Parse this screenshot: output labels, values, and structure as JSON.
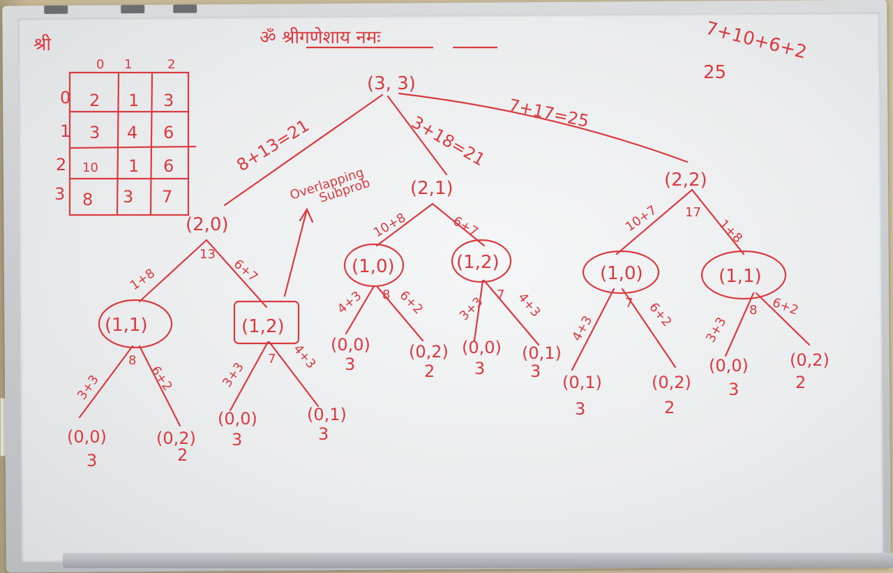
{
  "header": {
    "left_mark": "श्री",
    "invocation": "ॐ श्रीगणेशाय नमः",
    "sum_expression": "7+10+6+2",
    "sum_result": "25"
  },
  "matrix": {
    "col_labels": [
      "0",
      "1",
      "2"
    ],
    "row_labels": [
      "0",
      "1",
      "2",
      "3"
    ],
    "rows": [
      [
        "2",
        "1",
        "3"
      ],
      [
        "3",
        "4",
        "6"
      ],
      [
        "10",
        "1",
        "6"
      ],
      [
        "8",
        "3",
        "7"
      ]
    ]
  },
  "note": [
    "Overlapping",
    "Subprob"
  ],
  "tree": {
    "root": "(3, 3)",
    "level1": [
      "(2,0)",
      "(2,1)",
      "(2,2)"
    ],
    "level1_edges": [
      "8+13=21",
      "3+18=21",
      "7+17=25"
    ],
    "level2": [
      "(1,1)",
      "(1,2)",
      "(1,0)",
      "(1,2)",
      "(1,0)",
      "(1,1)"
    ],
    "level2_edge_labels": [
      "1+8",
      "13",
      "6+7",
      "10+8",
      "6+7",
      "10+7",
      "17",
      "1+8"
    ],
    "level3_edge_labels": [
      "3+3",
      "8",
      "6+2",
      "3+3",
      "7",
      "4+3",
      "4+3",
      "8",
      "6+2",
      "3+3",
      "7",
      "4+3",
      "4+3",
      "7",
      "6+2",
      "3+3",
      "8",
      "6+2"
    ],
    "leaves": [
      {
        "node": "(0,0)",
        "cost": "3"
      },
      {
        "node": "(0,2)",
        "cost": "2"
      },
      {
        "node": "(0,0)",
        "cost": "3"
      },
      {
        "node": "(0,1)",
        "cost": "3"
      },
      {
        "node": "(0,0)",
        "cost": "3"
      },
      {
        "node": "(0,2)",
        "cost": "2"
      },
      {
        "node": "(0,0)",
        "cost": "3"
      },
      {
        "node": "(0,1)",
        "cost": "3"
      },
      {
        "node": "(0,1)",
        "cost": "3"
      },
      {
        "node": "(0,2)",
        "cost": "2"
      },
      {
        "node": "(0,0)",
        "cost": "3"
      },
      {
        "node": "(0,2)",
        "cost": "2"
      }
    ]
  },
  "colors": {
    "marker": "#d83a3f",
    "board": "#eeeff0",
    "frame": "#c8cbce"
  }
}
